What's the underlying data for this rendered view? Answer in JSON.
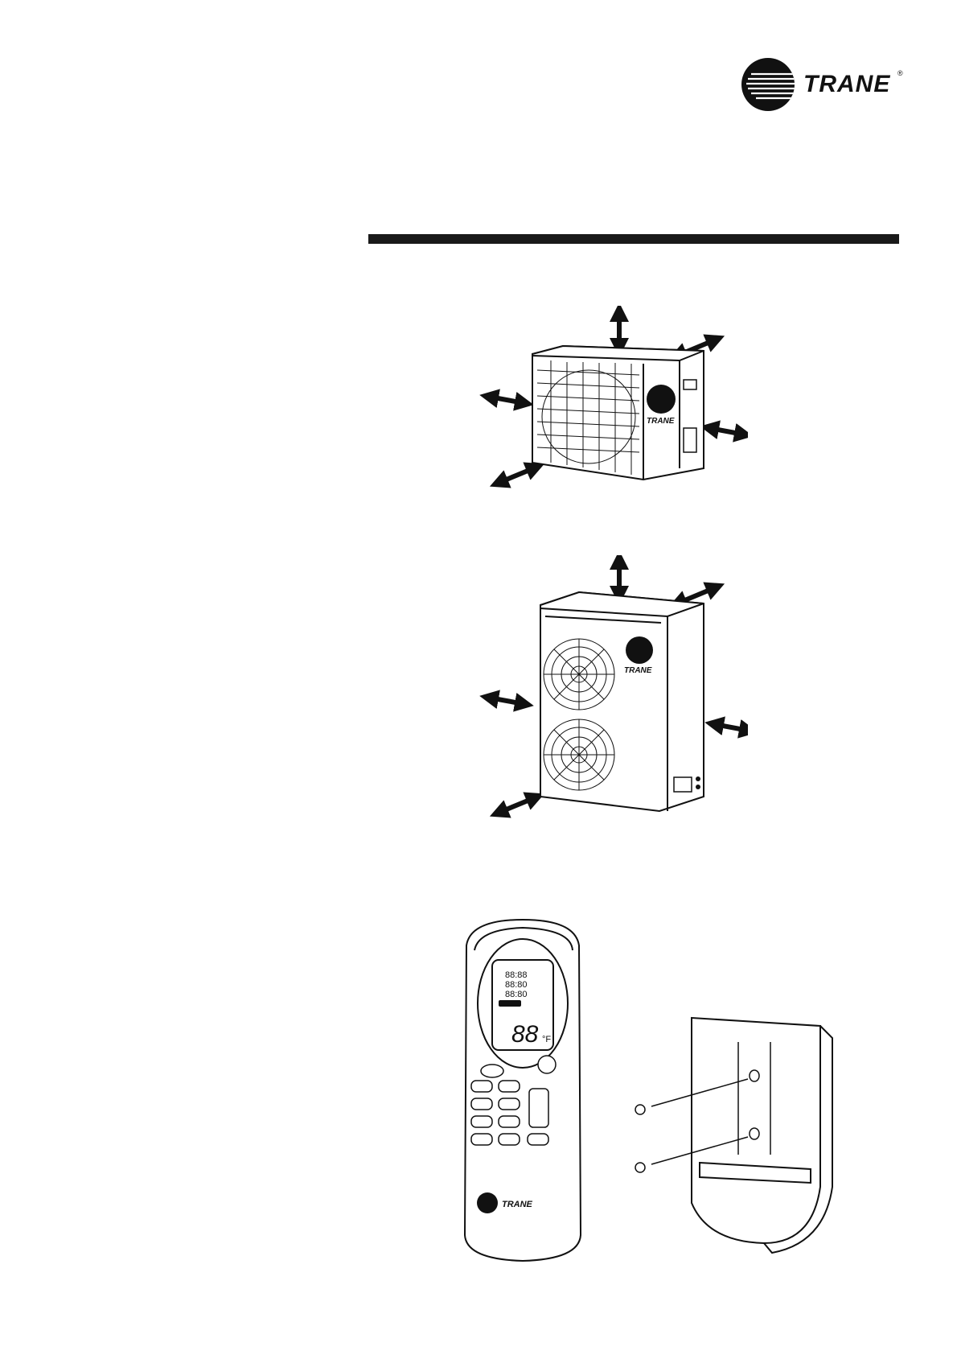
{
  "brand": {
    "name": "TRANE",
    "registered_mark": "®"
  },
  "figures": {
    "outdoor_unit_single_fan": {
      "brand_label": "TRANE"
    },
    "outdoor_unit_double_fan": {
      "brand_label": "TRANE"
    },
    "remote_controller": {
      "brand_label": "TRANE",
      "display_temperature": "88",
      "display_unit": "°F",
      "display_time_rows": [
        "88:88",
        "88:80",
        "88:80"
      ]
    }
  },
  "colors": {
    "ink": "#111111",
    "rule": "#1a1a1a",
    "paper": "#ffffff"
  }
}
